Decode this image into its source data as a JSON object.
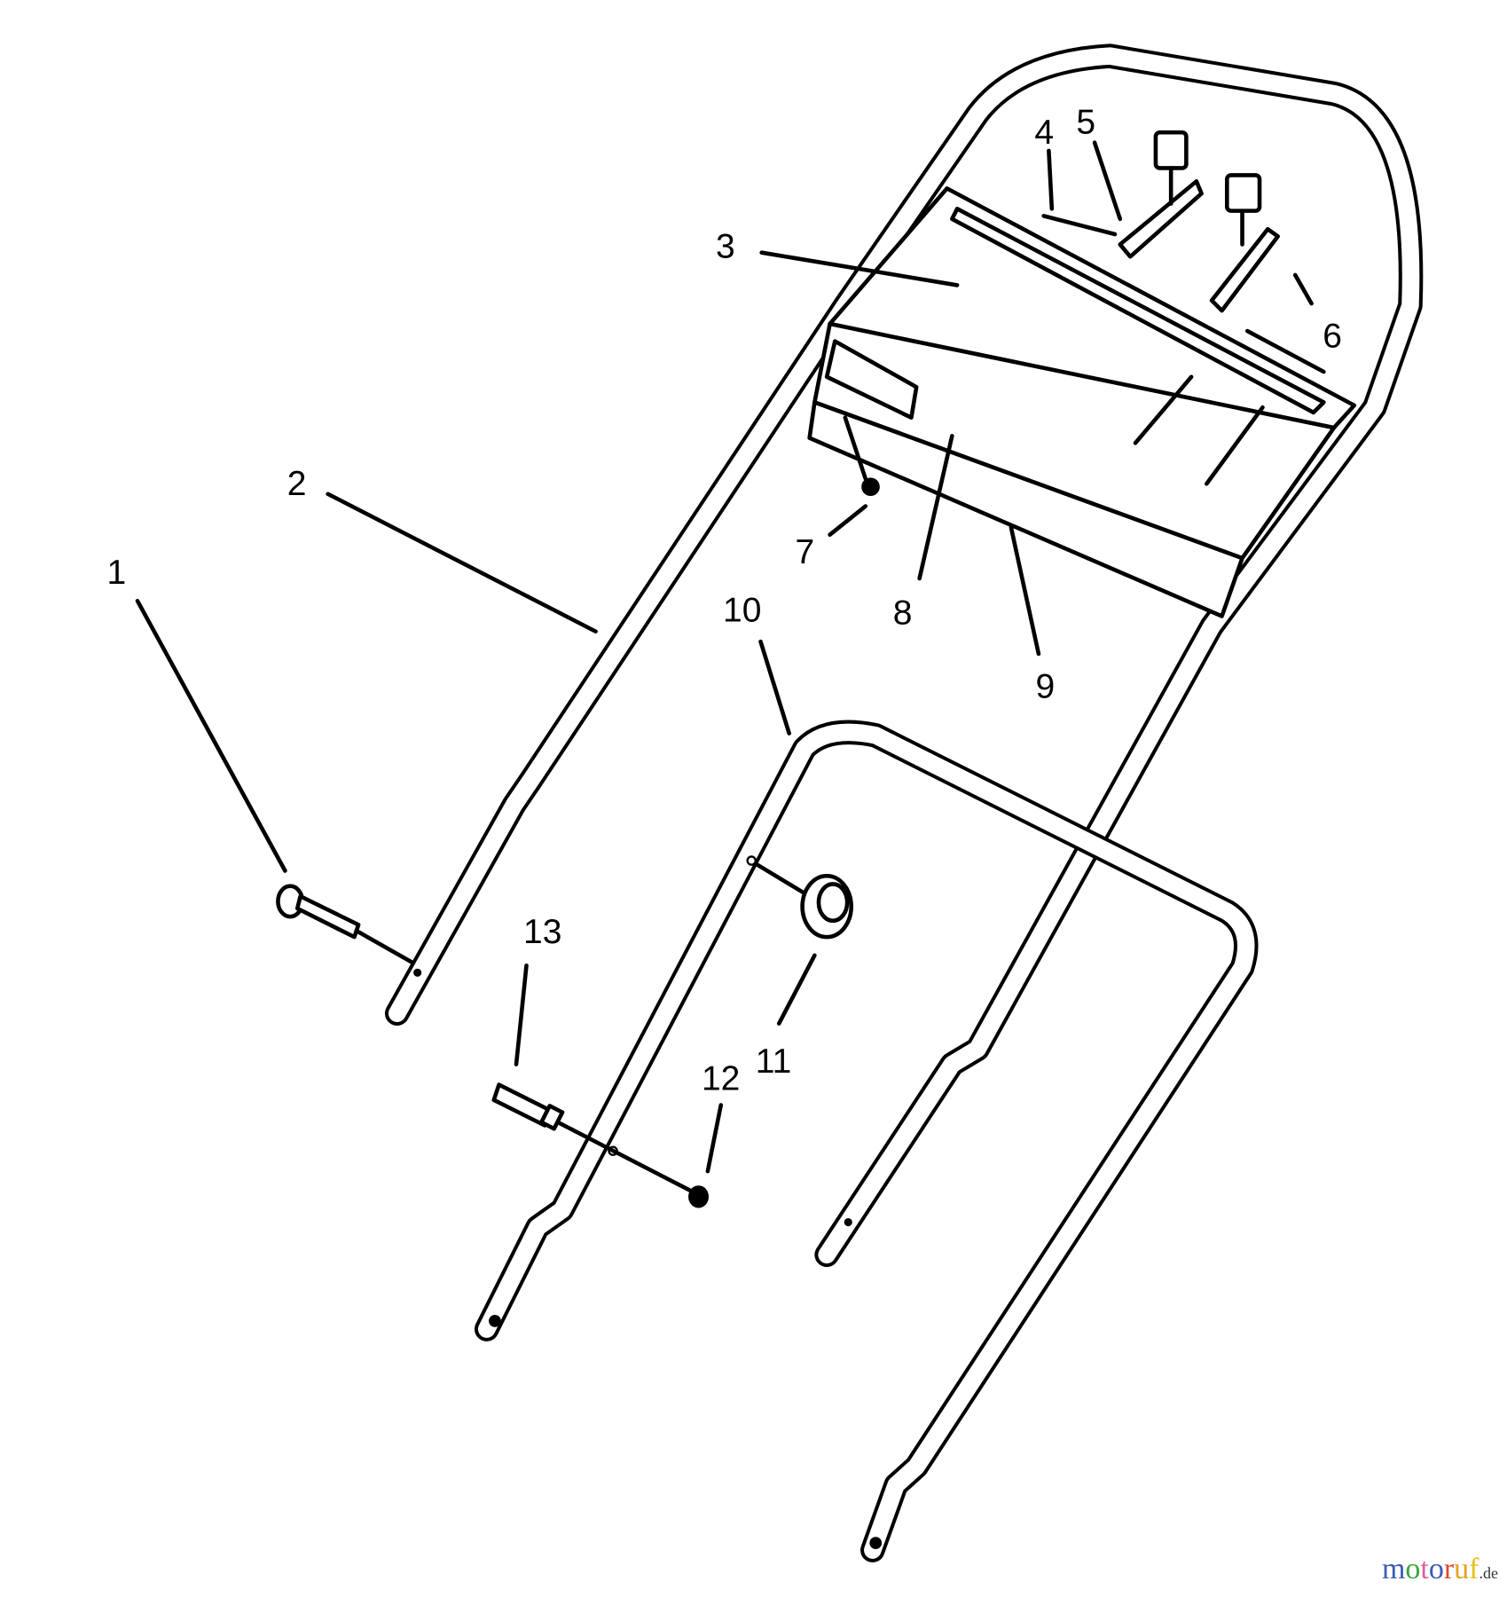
{
  "diagram": {
    "callouts": [
      {
        "id": "1",
        "label": "1"
      },
      {
        "id": "2",
        "label": "2"
      },
      {
        "id": "3",
        "label": "3"
      },
      {
        "id": "4",
        "label": "4"
      },
      {
        "id": "5",
        "label": "5"
      },
      {
        "id": "6",
        "label": "6"
      },
      {
        "id": "7",
        "label": "7"
      },
      {
        "id": "8",
        "label": "8"
      },
      {
        "id": "9",
        "label": "9"
      },
      {
        "id": "10",
        "label": "10"
      },
      {
        "id": "11",
        "label": "11"
      },
      {
        "id": "12",
        "label": "12"
      },
      {
        "id": "13",
        "label": "13"
      }
    ]
  },
  "watermark": {
    "text": "motoruf",
    "suffix": ".de",
    "colors": [
      "#3b5bb5",
      "#3aa83a",
      "#e0609a",
      "#3b5bb5",
      "#e04a2a",
      "#e8a020",
      "#e8c020"
    ]
  }
}
